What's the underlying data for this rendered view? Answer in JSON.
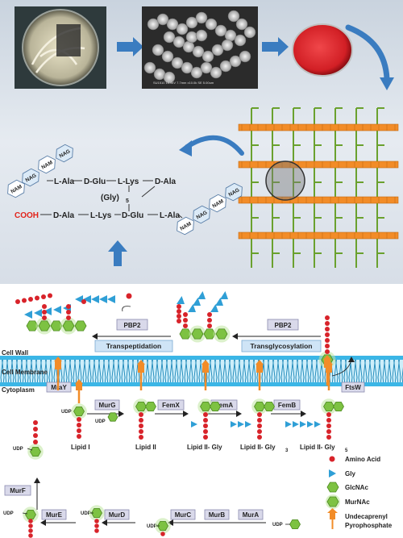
{
  "top": {
    "micrograph_caption": "SU1510 15.0kV 7.7mm x10.0k SE 5.00um"
  },
  "peptide": {
    "nam": "NAM",
    "nag": "NAG",
    "upper_chain": [
      "L-Ala",
      "D-Glu",
      "L-Lys",
      "D-Ala"
    ],
    "bridge": "(Gly)",
    "bridge_sub": "5",
    "cooh": "COOH",
    "lower_chain": [
      "D-Ala",
      "L-Lys",
      "D-Glu",
      "L-Ala"
    ]
  },
  "pathway": {
    "pbp2_left": "PBP2",
    "pbp2_right": "PBP2",
    "transpeptidation": "Transpeptidation",
    "transglycosylation": "Transglycosylation",
    "cell_wall": "Cell Wall",
    "cell_membrane": "Cell Membrane",
    "cytoplasm": "Cytoplasm",
    "mray": "MraY",
    "ftsw": "FtsW",
    "murg": "MurG",
    "femx": "FemX",
    "fema": "FemA",
    "femb": "FemB",
    "murf": "MurF",
    "mure": "MurE",
    "murd": "MurD",
    "murc": "MurC",
    "murb": "MurB",
    "mura": "MurA",
    "udp": "UDP",
    "lipid1": "Lipid I",
    "lipid2": "Lipid II",
    "lipid2_gly": "Lipid II- Gly",
    "lipid2_gly3": "Lipid II- Gly",
    "lipid2_gly3_sub": "3",
    "lipid2_gly5": "Lipid II- Gly",
    "lipid2_gly5_sub": "5"
  },
  "legend": {
    "amino_acid": "Amino Acid",
    "gly": "Gly",
    "glcnac": "GlcNAc",
    "murnac": "MurNAc",
    "undecaprenyl": "Undecaprenyl",
    "pyrophosphate": "Pyrophosphate"
  },
  "colors": {
    "green_hex": "#7dc242",
    "red_bead": "#d8232a",
    "blue_triangle": "#2f9fd6",
    "orange": "#f28c28",
    "membrane": "#47c0e8",
    "label_bg": "#cfe4f6",
    "enzyme_bg": "#d9d9ea"
  }
}
